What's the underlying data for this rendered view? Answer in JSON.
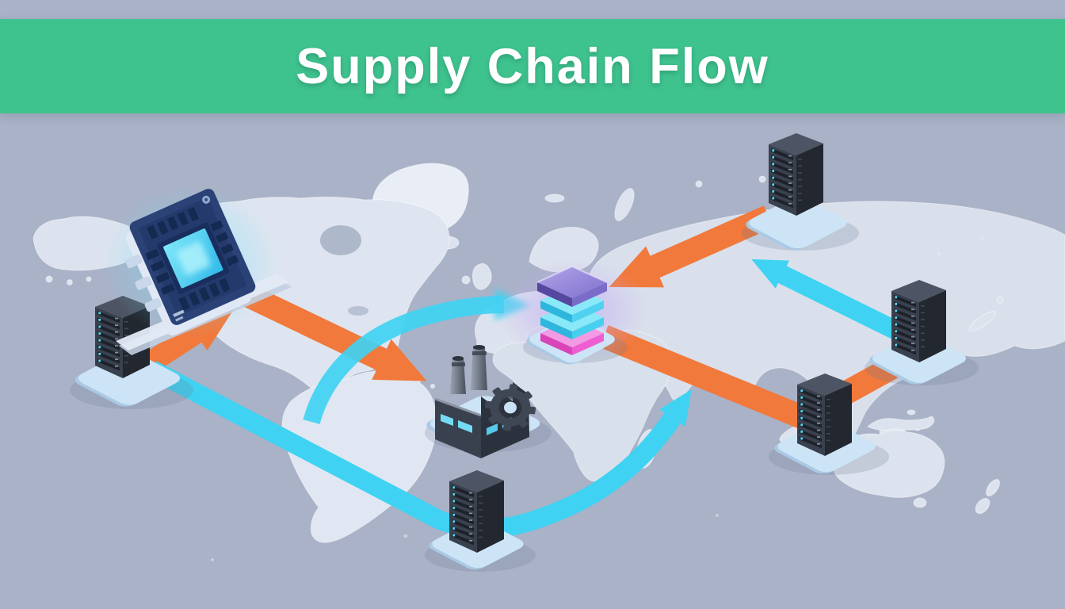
{
  "header": {
    "title": "Supply Chain Flow",
    "background": "#3ec28e",
    "text_color": "#ffffff"
  },
  "map": {
    "ocean_color": "#a9b2c7",
    "land_color": "#dde3ee",
    "platform_color": "#cde4f6"
  },
  "colors": {
    "flow_orange": "#f1793c",
    "flow_cyan": "#40d2f2",
    "server_body": "#3a414e",
    "server_side": "#23272f",
    "server_top": "#4d5463",
    "led_cyan": "#55d8f2",
    "chip_board": "#2b4277",
    "chip_core": "#4fd4f2",
    "stack_purple": "#7b6cc8",
    "stack_cyan": "#46cfee",
    "stack_pink": "#ee5ed2",
    "factory_body": "#39414e"
  },
  "nodes": [
    {
      "id": "chip",
      "icon": "microchip"
    },
    {
      "id": "server-left",
      "icon": "server-rack"
    },
    {
      "id": "server-top-right",
      "icon": "server-rack"
    },
    {
      "id": "server-right",
      "icon": "server-rack"
    },
    {
      "id": "server-center-right",
      "icon": "server-rack"
    },
    {
      "id": "server-bottom",
      "icon": "server-rack"
    },
    {
      "id": "factory",
      "icon": "factory"
    },
    {
      "id": "data-stack",
      "icon": "layer-stack"
    }
  ],
  "flows": [
    {
      "id": "flow-1",
      "color": "orange",
      "from": "server-left",
      "to": "chip"
    },
    {
      "id": "flow-2",
      "color": "orange",
      "from": "chip",
      "to": "factory"
    },
    {
      "id": "flow-3",
      "color": "orange",
      "from": "server-top-right",
      "to": "data-stack"
    },
    {
      "id": "flow-4",
      "color": "orange",
      "from": "data-stack",
      "to": "server-right",
      "via": "server-center-right"
    },
    {
      "id": "flow-5",
      "color": "cyan",
      "from": "server-left",
      "to": "mid-map-center",
      "via": "server-bottom"
    },
    {
      "id": "flow-6",
      "color": "cyan",
      "from": "south-atlantic",
      "to": "data-stack",
      "style": "curved"
    },
    {
      "id": "flow-7",
      "color": "cyan",
      "from": "server-right",
      "to": "mid-map-northwest"
    }
  ]
}
